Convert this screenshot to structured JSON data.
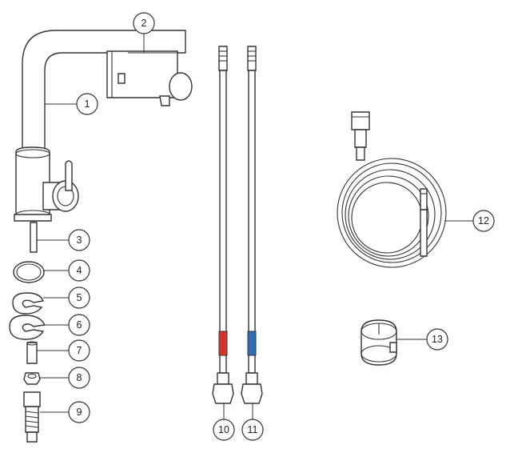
{
  "diagram": {
    "callouts": [
      {
        "id": "c1",
        "label": "1"
      },
      {
        "id": "c2",
        "label": "2"
      },
      {
        "id": "c3",
        "label": "3"
      },
      {
        "id": "c4",
        "label": "4"
      },
      {
        "id": "c5",
        "label": "5"
      },
      {
        "id": "c6",
        "label": "6"
      },
      {
        "id": "c7",
        "label": "7"
      },
      {
        "id": "c8",
        "label": "8"
      },
      {
        "id": "c9",
        "label": "9"
      },
      {
        "id": "c10",
        "label": "10"
      },
      {
        "id": "c11",
        "label": "11"
      },
      {
        "id": "c12",
        "label": "12"
      },
      {
        "id": "c13",
        "label": "13"
      }
    ],
    "colors": {
      "outline": "#333333",
      "hot": "#d9342b",
      "cold": "#2f6db3"
    }
  }
}
